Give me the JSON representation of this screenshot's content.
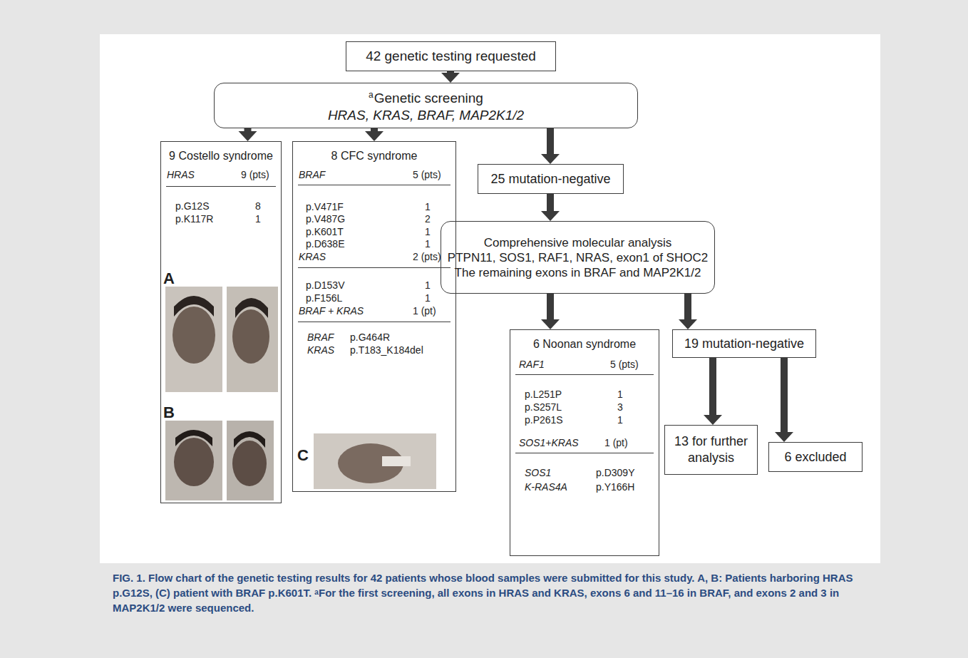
{
  "diagram": {
    "caption": "FIG. 1. Flow chart of the genetic testing results for 42 patients whose blood samples were submitted for this study. A, B: Patients harboring HRAS p.G12S, (C) patient with BRAF p.K601T. ᵃFor the first screening, all exons in HRAS and KRAS, exons 6 and 11–16 in BRAF, and exons 2 and 3 in MAP2K1/2 were sequenced.",
    "nodes": [
      {
        "text": [
          "42 genetic testing requested"
        ]
      },
      {
        "text": [
          "a",
          "Genetic screening",
          "HRAS, KRAS, BRAF, MAP2K1/2"
        ]
      },
      {
        "text": [
          "9 Costello syndrome",
          "HRAS",
          "9 (pts)",
          "p.G12S",
          "8",
          "p.K117R",
          "1",
          "A",
          "B"
        ]
      },
      {
        "text": [
          "8 CFC syndrome",
          "BRAF",
          "5 (pts)",
          "p.V471F",
          "1",
          "p.V487G",
          "2",
          "p.K601T",
          "1",
          "p.D638E",
          "1",
          "KRAS",
          "2 (pts)",
          "p.D153V",
          "1",
          "p.F156L",
          "1",
          "BRAF + KRAS",
          "1 (pt)",
          "BRAF",
          "p.G464R",
          "KRAS",
          "p.T183_K184del",
          "C"
        ]
      },
      {
        "text": [
          "25 mutation-negative"
        ]
      },
      {
        "text": [
          "Comprehensive molecular analysis",
          "PTPN11, SOS1, RAF1, NRAS, exon1 of SHOC2",
          "The remaining exons in BRAF and MAP2K1/2"
        ]
      },
      {
        "text": [
          "6 Noonan syndrome",
          "RAF1",
          "5 (pts)",
          "p.L251P",
          "1",
          "p.S257L",
          "3",
          "p.P261S",
          "1",
          "SOS1+KRAS",
          "1 (pt)",
          "SOS1",
          "p.D309Y",
          "K-RAS4A",
          "p.Y166H"
        ]
      },
      {
        "text": [
          "19 mutation-negative"
        ]
      },
      {
        "text": [
          "13 for further analysis"
        ]
      },
      {
        "text": [
          "6 excluded"
        ]
      }
    ],
    "edges": [
      {
        "from": 0,
        "to": 1,
        "arrow": "to"
      },
      {
        "from": 1,
        "to": 2,
        "arrow": "to"
      },
      {
        "from": 1,
        "to": 3,
        "arrow": "to"
      },
      {
        "from": 1,
        "to": 4,
        "arrow": "to"
      },
      {
        "from": 4,
        "to": 5,
        "arrow": "to"
      },
      {
        "from": 5,
        "to": 6,
        "arrow": "to"
      },
      {
        "from": 5,
        "to": 7,
        "arrow": "to"
      },
      {
        "from": 7,
        "to": 8,
        "arrow": "to"
      },
      {
        "from": 7,
        "to": 9,
        "arrow": "to"
      }
    ]
  }
}
